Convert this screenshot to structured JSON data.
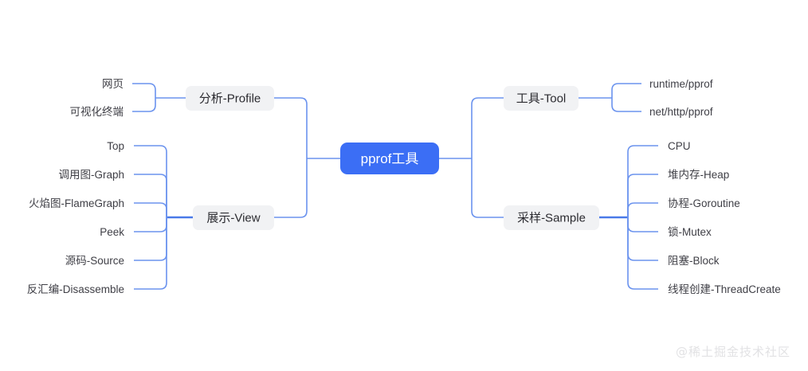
{
  "diagram": {
    "title": "pprof工具",
    "root": {
      "label": "pprof工具",
      "color": "#3b6ef5",
      "text_color": "#ffffff"
    },
    "branch_color": "#f1f2f4",
    "connector_color": "#6b93ee",
    "connector_color_thick": "#4a7ae8",
    "left_branches": [
      {
        "label": "分析-Profile",
        "leaves": [
          "网页",
          "可视化终端"
        ]
      },
      {
        "label": "展示-View",
        "leaves": [
          "Top",
          "调用图-Graph",
          "火焰图-FlameGraph",
          "Peek",
          "源码-Source",
          "反汇编-Disassemble"
        ]
      }
    ],
    "right_branches": [
      {
        "label": "工具-Tool",
        "leaves": [
          "runtime/pprof",
          "net/http/pprof"
        ]
      },
      {
        "label": "采样-Sample",
        "leaves": [
          "CPU",
          "堆内存-Heap",
          "协程-Goroutine",
          "锁-Mutex",
          "阻塞-Block",
          "线程创建-ThreadCreate"
        ]
      }
    ]
  },
  "watermark": {
    "text": "@稀土掘金技术社区"
  }
}
